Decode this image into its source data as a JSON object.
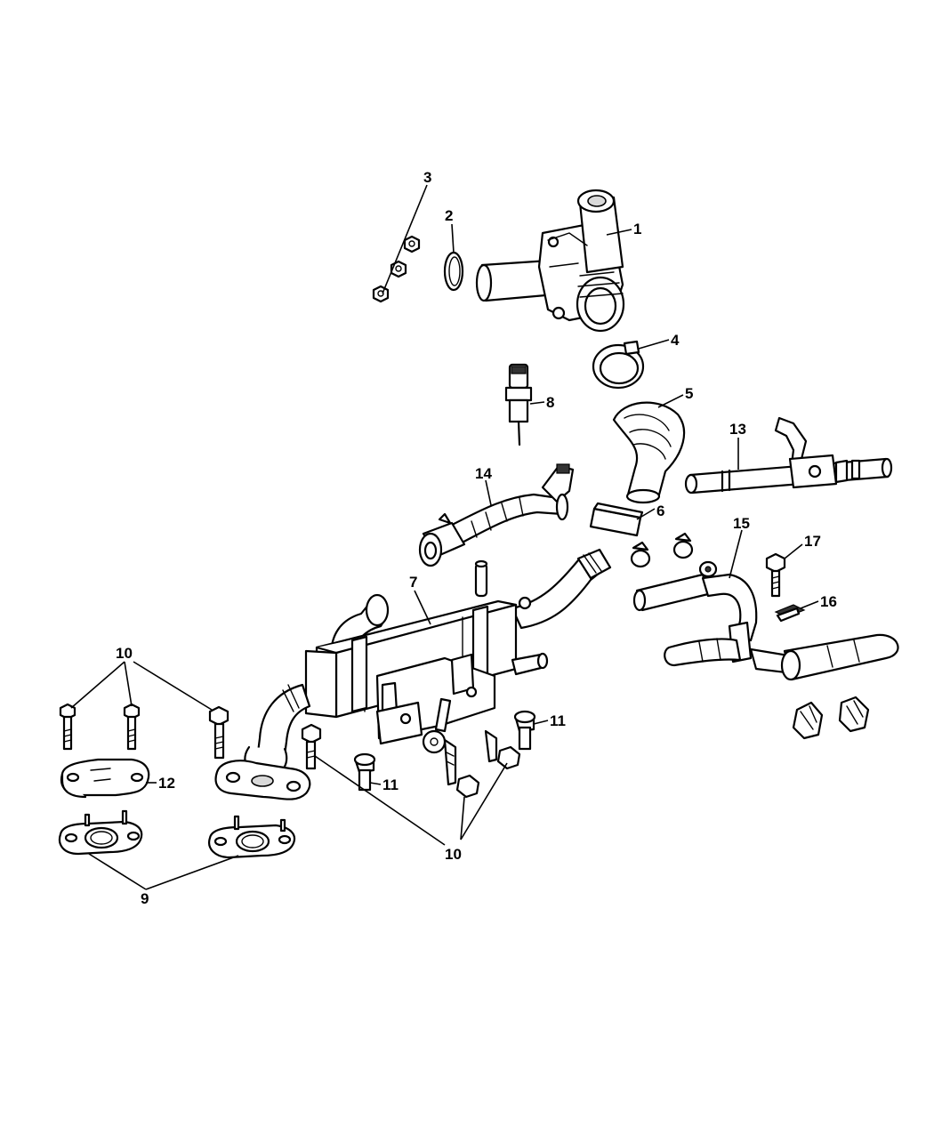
{
  "diagram": {
    "title": "Coolant / EGR cooler assembly exploded parts diagram",
    "line_color": "#000000",
    "background": "#ffffff",
    "callouts": [
      {
        "id": "c1",
        "label": "1"
      },
      {
        "id": "c2",
        "label": "2"
      },
      {
        "id": "c3",
        "label": "3"
      },
      {
        "id": "c4",
        "label": "4"
      },
      {
        "id": "c5",
        "label": "5"
      },
      {
        "id": "c6",
        "label": "6"
      },
      {
        "id": "c7",
        "label": "7"
      },
      {
        "id": "c8",
        "label": "8"
      },
      {
        "id": "c9",
        "label": "9"
      },
      {
        "id": "c10a",
        "label": "10"
      },
      {
        "id": "c10b",
        "label": "10"
      },
      {
        "id": "c11a",
        "label": "11"
      },
      {
        "id": "c11b",
        "label": "11"
      },
      {
        "id": "c12",
        "label": "12"
      },
      {
        "id": "c13",
        "label": "13"
      },
      {
        "id": "c14",
        "label": "14"
      },
      {
        "id": "c15",
        "label": "15"
      },
      {
        "id": "c16",
        "label": "16"
      },
      {
        "id": "c17",
        "label": "17"
      }
    ]
  }
}
